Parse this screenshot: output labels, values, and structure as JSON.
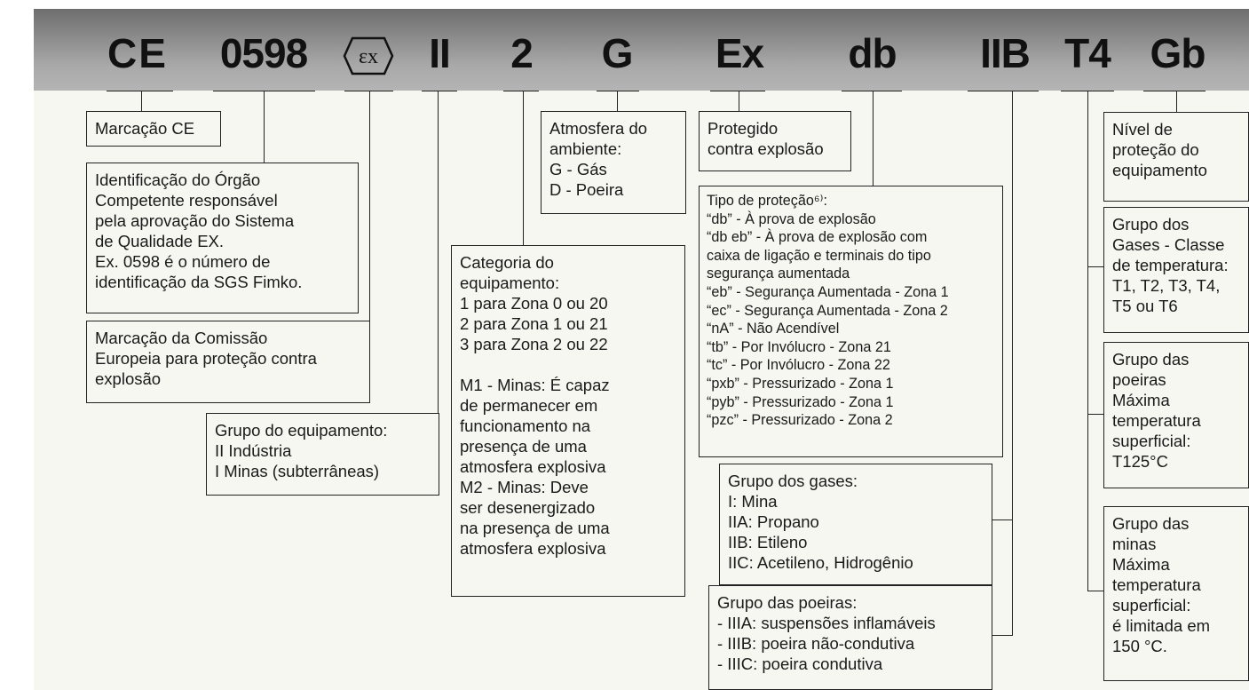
{
  "marking": {
    "ce": "CE",
    "body_number": "0598",
    "ex_symbol": "εx",
    "group": "II",
    "category": "2",
    "atmosphere": "G",
    "ex": "Ex",
    "protection": "db",
    "gas_group": "IIB",
    "temp_class": "T4",
    "epl": "Gb"
  },
  "boxes": {
    "ce": "Marcação CE",
    "notified_body": "Identificação do Órgão\nCompetente responsável\npela aprovação do Sistema\nde Qualidade EX.\nEx. 0598 é o número de\nidentificação da SGS Fimko.",
    "ec_marking": "Marcação da Comissão\nEuropeia para proteção contra\nexplosão",
    "equipment_group": "Grupo do equipamento:\nII Indústria\nI Minas (subterrâneas)",
    "category": "Categoria do\nequipamento:\n1 para Zona 0 ou 20\n2 para Zona 1 ou 21\n3 para Zona 2 ou 22\n\nM1 - Minas: É capaz\nde permanecer em\nfuncionamento na\npresença de uma\natmosfera explosiva\nM2 - Minas: Deve\nser desenergizado\nna presença de uma\natmosfera explosiva",
    "atmosphere": "Atmosfera do\nambiente:\nG - Gás\nD - Poeira",
    "protected": "Protegido\ncontra explosão",
    "protection_type": "Tipo de proteção⁶⁾:\n“db” - À prova de explosão\n“db eb” - À prova de explosão com\ncaixa de ligação e terminais do tipo\nsegurança aumentada\n“eb” - Segurança Aumentada - Zona 1\n“ec” - Segurança Aumentada - Zona 2\n“nA” - Não Acendível\n“tb” - Por Invólucro - Zona 21\n“tc” - Por Invólucro - Zona 22\n“pxb” - Pressurizado - Zona 1\n“pyb” - Pressurizado - Zona 1\n“pzc” - Pressurizado - Zona 2",
    "gas_groups": "Grupo dos gases:\nI: Mina\nIIA: Propano\nIIB: Etileno\nIIC: Acetileno, Hidrogênio",
    "dust_groups": "Grupo das poeiras:\n- IIIA: suspensões inflamáveis\n- IIIB: poeira não-condutiva\n- IIIC: poeira condutiva",
    "epl": "Nível de\nproteção do\nequipamento",
    "gas_temp": "Grupo dos\nGases - Classe\nde temperatura:\nT1, T2, T3, T4,\nT5 ou T6",
    "dust_temp": "Grupo das\npoeiras\nMáxima\ntemperatura\nsuperficial:\nT125°C",
    "mine_temp": "Grupo das\nminas\nMáxima\ntemperatura\nsuperficial:\né limitada em\n150 °C."
  }
}
